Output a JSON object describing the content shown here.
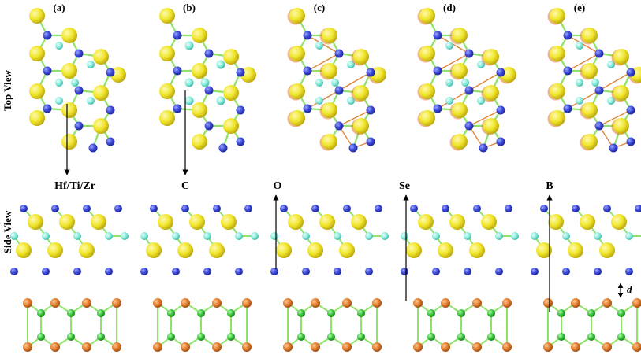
{
  "row_labels": {
    "top": "Top View",
    "side": "Side View"
  },
  "panels": [
    {
      "label": "(a)",
      "pointer": "Hf/Ti/Zr"
    },
    {
      "label": "(b)",
      "pointer": "C"
    },
    {
      "label": "(c)",
      "pointer": "O"
    },
    {
      "label": "(d)",
      "pointer": "Se"
    },
    {
      "label": "(e)",
      "pointer": "B"
    }
  ],
  "interlayer_distance_label": "d",
  "colors": {
    "metal_yellow": "#f0e62a",
    "carbon_cyan": "#7fe8d8",
    "dopant_blue": "#3a46d6",
    "substrate_orange": "#e07b2a",
    "substrate_green": "#36c23a",
    "bond_green": "#8fe36a"
  }
}
